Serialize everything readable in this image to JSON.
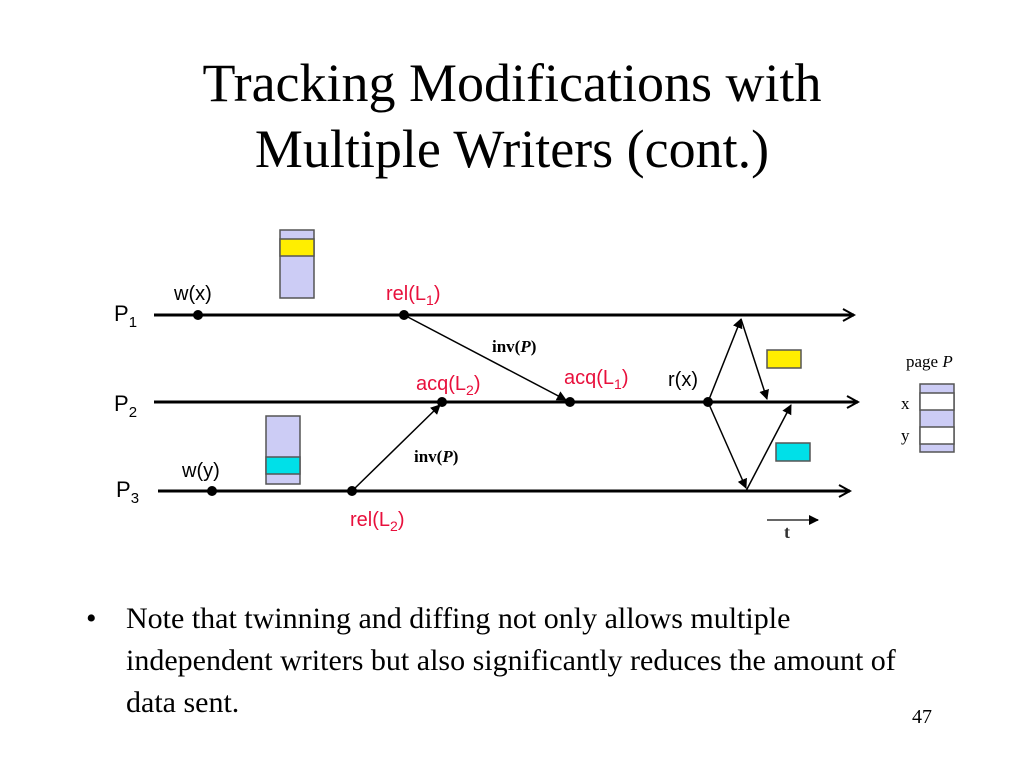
{
  "title": {
    "line1": "Tracking Modifications with",
    "line2": "Multiple Writers (cont.)"
  },
  "diagram": {
    "processes": [
      {
        "name": "P",
        "sub": "1"
      },
      {
        "name": "P",
        "sub": "2"
      },
      {
        "name": "P",
        "sub": "3"
      }
    ],
    "events": {
      "w_x": "w(x)",
      "w_y": "w(y)",
      "r_x": "r(x)",
      "rel_l1": {
        "text": "rel(L",
        "sub": "1",
        "end": ")"
      },
      "rel_l2": {
        "text": "rel(L",
        "sub": "2",
        "end": ")"
      },
      "acq_l1": {
        "text": "acq(L",
        "sub": "1",
        "end": ")"
      },
      "acq_l2": {
        "text": "acq(L",
        "sub": "2",
        "end": ")"
      }
    },
    "messages": {
      "inv1": {
        "text": "inv(",
        "italic": "P",
        "end": ")"
      },
      "inv2": {
        "text": "inv(",
        "italic": "P",
        "end": ")"
      }
    },
    "page": {
      "label": "page ",
      "label_italic": "P",
      "row_x": "x",
      "row_y": "y"
    },
    "time_label": "t",
    "colors": {
      "event_red": "#e8103c",
      "block_fill": "#ccccf5",
      "yellow": "#ffee00",
      "cyan": "#00e0e8"
    }
  },
  "bullet": {
    "symbol": "•",
    "text": "Note that twinning and diffing not only allows multiple independent writers but also significantly reduces the amount of data sent."
  },
  "page_number": "47"
}
